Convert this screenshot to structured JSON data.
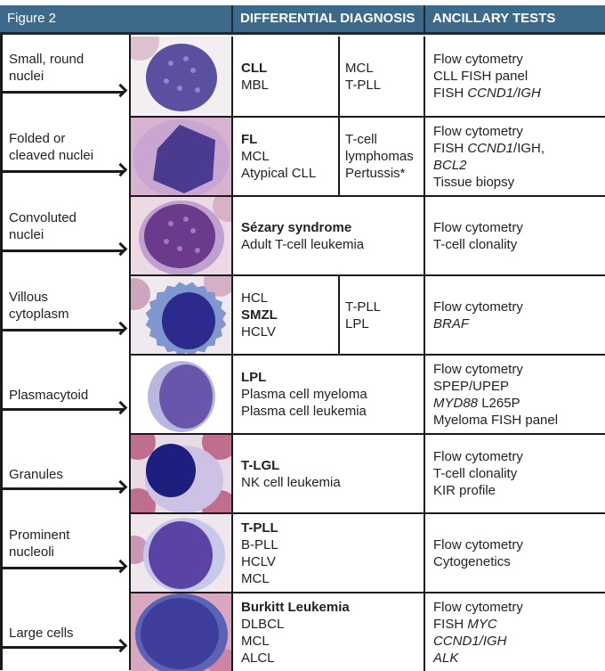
{
  "header": {
    "title": "Figure 2",
    "col_diagnosis": "DIFFERENTIAL DIAGNOSIS",
    "col_ancillary": "ANCILLARY TESTS"
  },
  "colors": {
    "header_bg": "#3d6a8a",
    "header_border": "#1c2833",
    "grid_line": "#1a1a1a"
  },
  "rows": [
    {
      "label_lines": [
        "Small, round",
        "nuclei"
      ],
      "cell_image": "small-round-nucleus-lymphocyte",
      "diagnosis_primary": [
        {
          "t": "CLL",
          "b": true
        },
        {
          "t": "MBL",
          "b": false
        }
      ],
      "diagnosis_secondary": [
        {
          "t": "MCL",
          "b": false
        },
        {
          "t": "T-PLL",
          "b": false
        }
      ],
      "ancillary": [
        [
          {
            "t": "Flow cytometry",
            "i": false
          }
        ],
        [
          {
            "t": "CLL FISH panel",
            "i": false
          }
        ],
        [
          {
            "t": "FISH ",
            "i": false
          },
          {
            "t": "CCND1/IGH",
            "i": true
          }
        ]
      ]
    },
    {
      "label_lines": [
        "Folded or",
        "cleaved nuclei"
      ],
      "cell_image": "cleaved-nucleus-lymphocyte",
      "diagnosis_primary": [
        {
          "t": "FL",
          "b": true
        },
        {
          "t": "MCL",
          "b": false
        },
        {
          "t": "Atypical CLL",
          "b": false
        }
      ],
      "diagnosis_secondary": [
        {
          "t": "T-cell",
          "b": false
        },
        {
          "t": "lymphomas",
          "b": false
        },
        {
          "t": "Pertussis*",
          "b": false
        }
      ],
      "ancillary": [
        [
          {
            "t": "Flow cytometry",
            "i": false
          }
        ],
        [
          {
            "t": "FISH ",
            "i": false
          },
          {
            "t": "CCND1",
            "i": true
          },
          {
            "t": "/IGH,",
            "i": false
          }
        ],
        [
          {
            "t": "BCL2",
            "i": true
          }
        ],
        [
          {
            "t": "Tissue biopsy",
            "i": false
          }
        ]
      ]
    },
    {
      "label_lines": [
        "Convoluted",
        "nuclei"
      ],
      "cell_image": "convoluted-nucleus-lymphocyte",
      "diagnosis_primary": [
        {
          "t": "Sézary syndrome",
          "b": true
        },
        {
          "t": "Adult T-cell leukemia",
          "b": false
        }
      ],
      "diagnosis_secondary": [],
      "ancillary": [
        [
          {
            "t": "Flow cytometry",
            "i": false
          }
        ],
        [
          {
            "t": "T-cell clonality",
            "i": false
          }
        ]
      ]
    },
    {
      "label_lines": [
        "Villous",
        "cytoplasm"
      ],
      "cell_image": "villous-cytoplasm-lymphocyte",
      "diagnosis_primary": [
        {
          "t": "HCL",
          "b": false
        },
        {
          "t": "SMZL",
          "b": true
        },
        {
          "t": "HCLV",
          "b": false
        }
      ],
      "diagnosis_secondary": [
        {
          "t": "T-PLL",
          "b": false
        },
        {
          "t": "LPL",
          "b": false
        }
      ],
      "ancillary": [
        [
          {
            "t": "Flow cytometry",
            "i": false
          }
        ],
        [
          {
            "t": "BRAF",
            "i": true
          }
        ]
      ]
    },
    {
      "label_lines": [
        "Plasmacytoid"
      ],
      "cell_image": "plasmacytoid-lymphocyte",
      "diagnosis_primary": [
        {
          "t": "LPL",
          "b": true
        },
        {
          "t": "Plasma cell myeloma",
          "b": false
        },
        {
          "t": "Plasma cell leukemia",
          "b": false
        }
      ],
      "diagnosis_secondary": [],
      "ancillary": [
        [
          {
            "t": "Flow cytometry",
            "i": false
          }
        ],
        [
          {
            "t": "SPEP/UPEP",
            "i": false
          }
        ],
        [
          {
            "t": "MYD88",
            "i": true
          },
          {
            "t": " L265P",
            "i": false
          }
        ],
        [
          {
            "t": "Myeloma FISH panel",
            "i": false
          }
        ]
      ]
    },
    {
      "label_lines": [
        "Granules"
      ],
      "cell_image": "granular-lymphocyte",
      "diagnosis_primary": [
        {
          "t": "T-LGL",
          "b": true
        },
        {
          "t": "NK cell leukemia",
          "b": false
        }
      ],
      "diagnosis_secondary": [],
      "ancillary": [
        [
          {
            "t": "Flow cytometry",
            "i": false
          }
        ],
        [
          {
            "t": "T-cell clonality",
            "i": false
          }
        ],
        [
          {
            "t": "KIR profile",
            "i": false
          }
        ]
      ]
    },
    {
      "label_lines": [
        "Prominent",
        "nucleoli"
      ],
      "cell_image": "prominent-nucleoli-lymphocyte",
      "diagnosis_primary": [
        {
          "t": "T-PLL",
          "b": true
        },
        {
          "t": "B-PLL",
          "b": false
        },
        {
          "t": "HCLV",
          "b": false
        },
        {
          "t": "MCL",
          "b": false
        }
      ],
      "diagnosis_secondary": [],
      "ancillary": [
        [
          {
            "t": "Flow cytometry",
            "i": false
          }
        ],
        [
          {
            "t": "Cytogenetics",
            "i": false
          }
        ]
      ]
    },
    {
      "label_lines": [
        "Large cells"
      ],
      "cell_image": "large-cell-lymphocyte",
      "diagnosis_primary": [
        {
          "t": "Burkitt Leukemia",
          "b": true
        },
        {
          "t": "DLBCL",
          "b": false
        },
        {
          "t": "MCL",
          "b": false
        },
        {
          "t": "ALCL",
          "b": false
        }
      ],
      "diagnosis_secondary": [],
      "ancillary": [
        [
          {
            "t": "Flow cytometry",
            "i": false
          }
        ],
        [
          {
            "t": "FISH ",
            "i": false
          },
          {
            "t": "MYC",
            "i": true
          }
        ],
        [
          {
            "t": "CCND1/IGH",
            "i": true
          }
        ],
        [
          {
            "t": "ALK",
            "i": true
          }
        ]
      ]
    }
  ]
}
